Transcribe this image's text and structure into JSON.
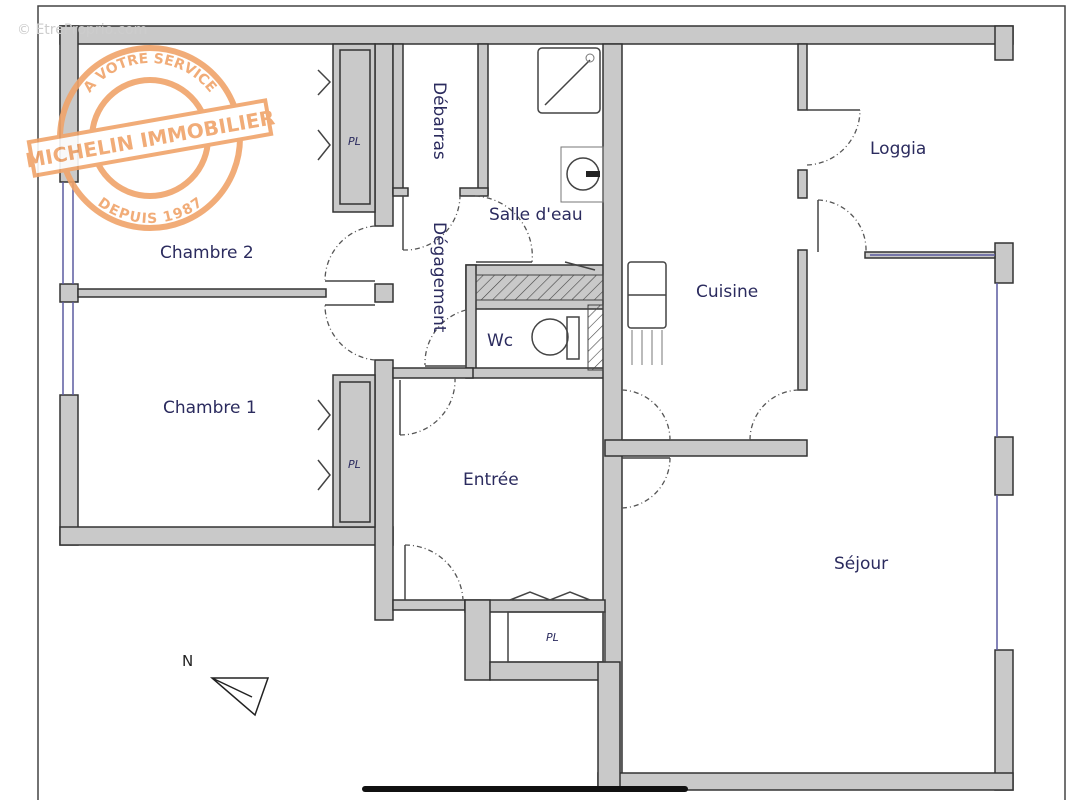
{
  "watermark": "© EtreProprio.com",
  "stamp": {
    "top": "A VOTRE SERVICE",
    "band": "MICHELIN IMMOBILIER",
    "bottom": "DEPUIS 1987",
    "color": "#f0a46a"
  },
  "rooms": {
    "chambre2": "Chambre 2",
    "chambre1": "Chambre 1",
    "debarras": "Débarras",
    "salle_eau": "Salle d'eau",
    "degagement": "Dégagement",
    "wc": "Wc",
    "cuisine": "Cuisine",
    "loggia": "Loggia",
    "entree": "Entrée",
    "sejour": "Séjour"
  },
  "closets": [
    "PL",
    "PL",
    "PL"
  ],
  "north_label": "N",
  "colors": {
    "wall": "#c9c9c9",
    "text": "#2b2b5e"
  }
}
